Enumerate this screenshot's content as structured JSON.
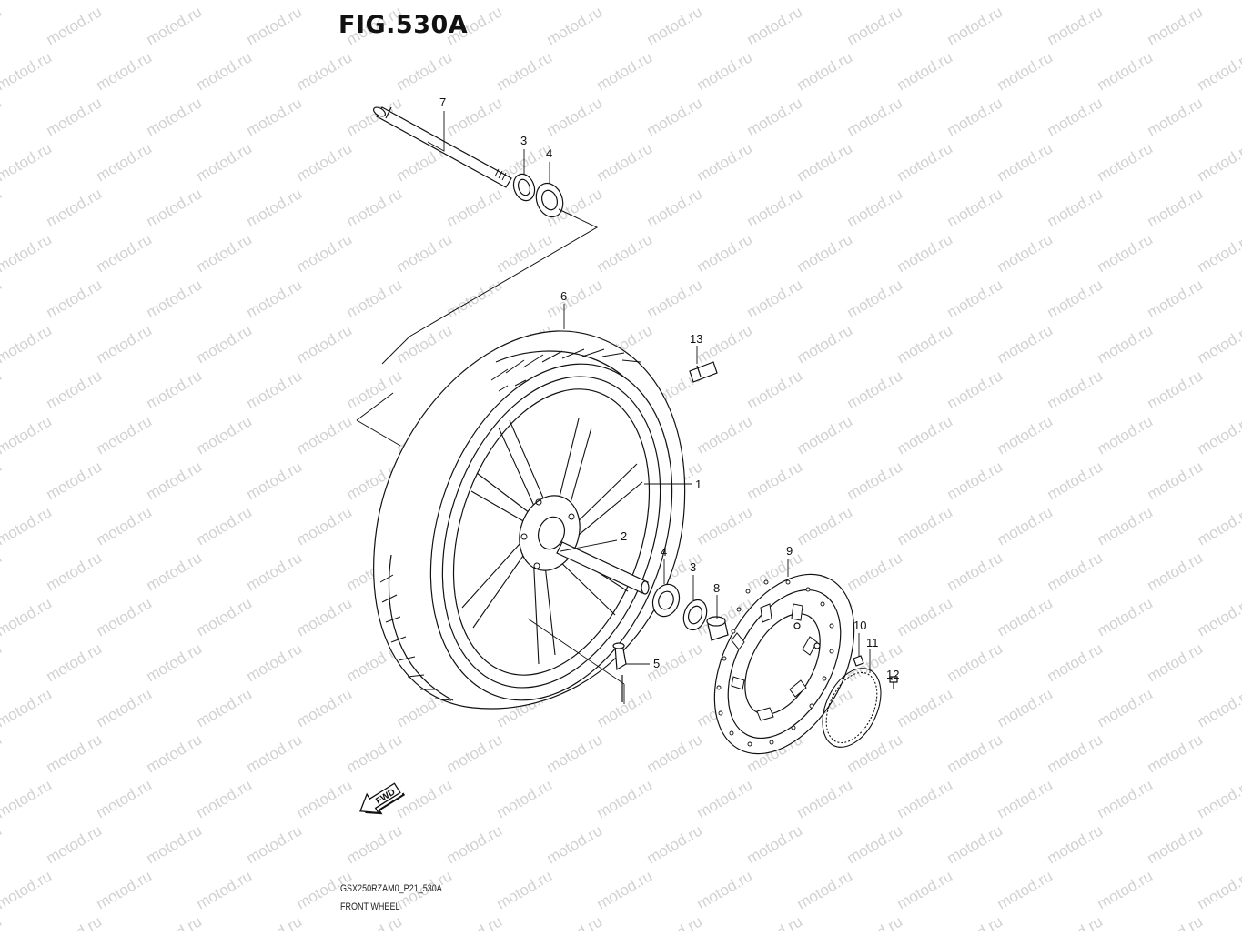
{
  "figure": {
    "title": "FIG.530A",
    "code": "GSX250RZAM0_P21_530A",
    "name": "FRONT WHEEL"
  },
  "watermark": {
    "text": "motod.ru"
  },
  "direction_arrow": {
    "label": "FWD"
  },
  "callouts": [
    {
      "id": "7",
      "part": "axle"
    },
    {
      "id": "3",
      "part": "dust-seal-top"
    },
    {
      "id": "4",
      "part": "bearing-top"
    },
    {
      "id": "6",
      "part": "tire"
    },
    {
      "id": "13",
      "part": "balancer-weight"
    },
    {
      "id": "1",
      "part": "wheel-rim"
    },
    {
      "id": "2",
      "part": "spacer"
    },
    {
      "id": "4",
      "part": "bearing-right"
    },
    {
      "id": "3",
      "part": "dust-seal-right"
    },
    {
      "id": "8",
      "part": "collar"
    },
    {
      "id": "9",
      "part": "brake-disc"
    },
    {
      "id": "10",
      "part": "disc-bolt"
    },
    {
      "id": "11",
      "part": "sensor-rotor"
    },
    {
      "id": "12",
      "part": "rotor-screw"
    },
    {
      "id": "5",
      "part": "valve"
    }
  ]
}
